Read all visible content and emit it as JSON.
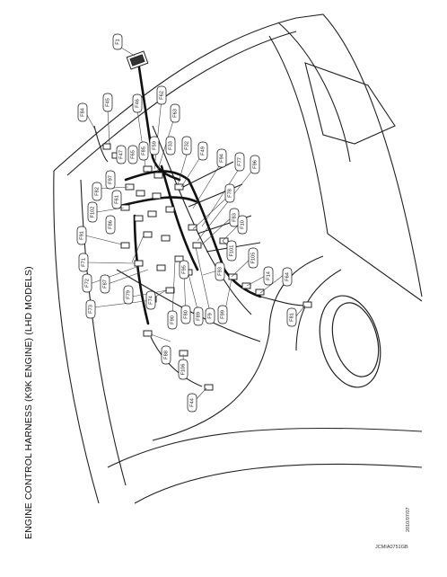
{
  "title": "ENGINE CONTROL HARNESS (K9K ENGINE) (LHD MODELS)",
  "date": "2010/07/07",
  "figure_code": "JCMIA0751GB",
  "labels": [
    "F1",
    "F84",
    "F45",
    "F46",
    "F62",
    "F63",
    "F33",
    "F32",
    "F49",
    "F94",
    "F77",
    "F96",
    "F47",
    "F65",
    "F85",
    "F59",
    "F97",
    "F82",
    "F102",
    "F91",
    "F61",
    "F86",
    "F71",
    "F72",
    "F87",
    "F73",
    "F79",
    "F74",
    "F88",
    "F80",
    "F89",
    "F9",
    "F99",
    "F83",
    "F78",
    "F10",
    "F101",
    "F93",
    "F105",
    "F14",
    "F64",
    "F81",
    "F90",
    "F106",
    "F44",
    "F95"
  ]
}
